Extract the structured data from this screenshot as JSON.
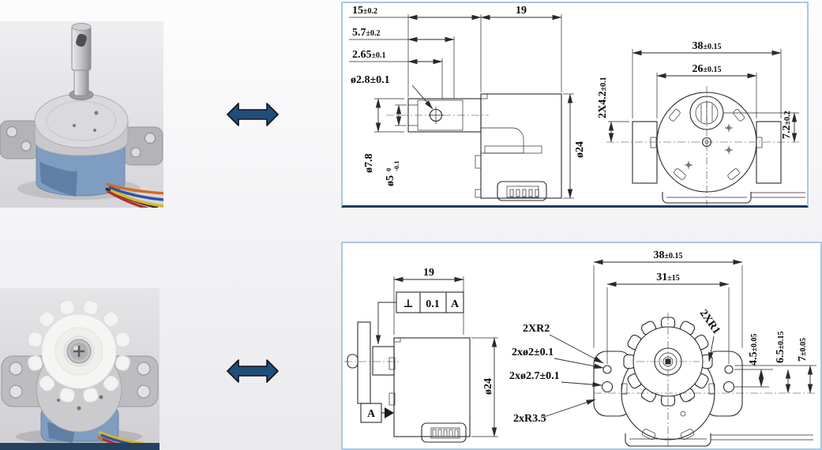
{
  "colors": {
    "arrow_fill": "#1f4e79",
    "arrow_outline": "#14141a",
    "panel_border": "#a9c7e2",
    "panel_divider": "#1f3a5f",
    "line_color": "#2a2a2a"
  },
  "drawing_top": {
    "dims": {
      "len15": {
        "v": "15",
        "t": "±0.2"
      },
      "len5_7": {
        "v": "5.7",
        "t": "±0.2"
      },
      "len2_65": {
        "v": "2.65",
        "t": "±0.1"
      },
      "dia2_8": {
        "v": "ø2.8±0.1"
      },
      "len19": {
        "v": "19"
      },
      "dia7_8": {
        "v": "ø7.8"
      },
      "dia5": {
        "v": "ø5",
        "sup": "0",
        "sub": "-0.1"
      },
      "dia24": {
        "v": "ø24"
      },
      "len38": {
        "v": "38",
        "t": "±0.15"
      },
      "len26": {
        "v": "26",
        "t": "±0.15"
      },
      "len4_2": {
        "v": "2X4.2",
        "t": "±0.1"
      },
      "len7_2": {
        "v": "7.2",
        "t": "±0.2"
      }
    }
  },
  "drawing_bottom": {
    "dims": {
      "len19": {
        "v": "19"
      },
      "fcf": {
        "sym": "⊥",
        "val": "0.1",
        "datum": "A"
      },
      "datum": {
        "v": "A"
      },
      "dia24": {
        "v": "ø24"
      },
      "len38": {
        "v": "38",
        "t": "±0.15"
      },
      "len31": {
        "v": "31",
        "t": "±15"
      },
      "r2": {
        "v": "2XR2"
      },
      "hole2": {
        "v": "2xø2±0.1"
      },
      "hole2_7": {
        "v": "2xø2.7±0.1"
      },
      "r3_5": {
        "v": "2xR3.5"
      },
      "r1": {
        "v": "2XR1"
      },
      "len4_5": {
        "v": "4.5",
        "t": "±0.05"
      },
      "len6_5": {
        "v": "6.5",
        "t": "±0.15"
      },
      "len7": {
        "v": "7",
        "t": "±0.05"
      }
    }
  }
}
